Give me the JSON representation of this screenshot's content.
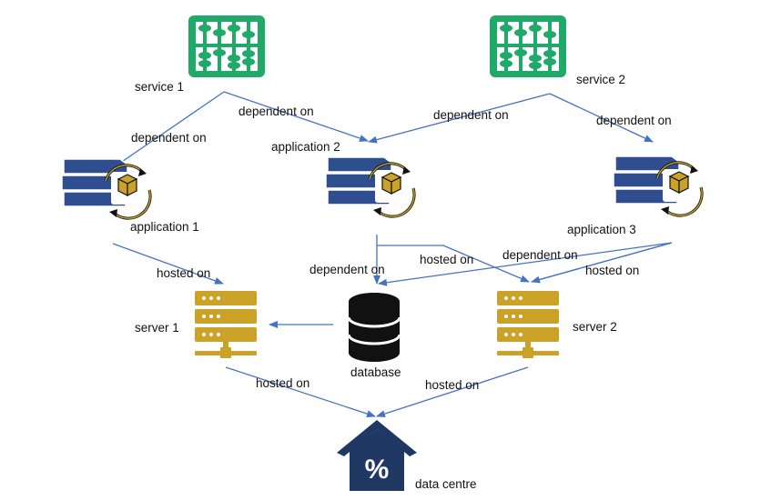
{
  "colors": {
    "connector": "#4472c4",
    "service_icon": "#1faa6a",
    "application_icon": "#2e4e8f",
    "application_accent": "#c9a227",
    "server_icon": "#c9a227",
    "database_icon": "#111111",
    "datacentre_icon": "#1f3864",
    "text": "#111111"
  },
  "nodes": {
    "service1": {
      "label": "service 1",
      "icon": "abacus-icon"
    },
    "service2": {
      "label": "service 2",
      "icon": "abacus-icon"
    },
    "application1": {
      "label": "application 1",
      "icon": "books-with-box-icon"
    },
    "application2": {
      "label": "application 2",
      "icon": "books-with-box-icon"
    },
    "application3": {
      "label": "application 3",
      "icon": "books-with-box-icon"
    },
    "server1": {
      "label": "server 1",
      "icon": "server-rack-icon"
    },
    "server2": {
      "label": "server 2",
      "icon": "server-rack-icon"
    },
    "database": {
      "label": "database",
      "icon": "database-icon"
    },
    "datacentre": {
      "label": "data centre",
      "icon": "house-percent-icon"
    }
  },
  "edges": [
    {
      "from": "service1",
      "to": "application1",
      "label": "dependent on"
    },
    {
      "from": "service1",
      "to": "application2",
      "label": "dependent on"
    },
    {
      "from": "service2",
      "to": "application2",
      "label": "dependent on"
    },
    {
      "from": "service2",
      "to": "application3",
      "label": "dependent on"
    },
    {
      "from": "application1",
      "to": "server1",
      "label": "hosted on"
    },
    {
      "from": "application2",
      "to": "database",
      "label": "dependent on"
    },
    {
      "from": "application2",
      "to": "server2",
      "label": "hosted on"
    },
    {
      "from": "application3",
      "to": "database",
      "label": "dependent on"
    },
    {
      "from": "application3",
      "to": "server2",
      "label": "hosted on"
    },
    {
      "from": "database",
      "to": "server1",
      "label": ""
    },
    {
      "from": "server1",
      "to": "datacentre",
      "label": "hosted on"
    },
    {
      "from": "server2",
      "to": "datacentre",
      "label": "hosted on"
    }
  ],
  "icon_glyphs": {
    "datacentre_symbol": "%"
  }
}
